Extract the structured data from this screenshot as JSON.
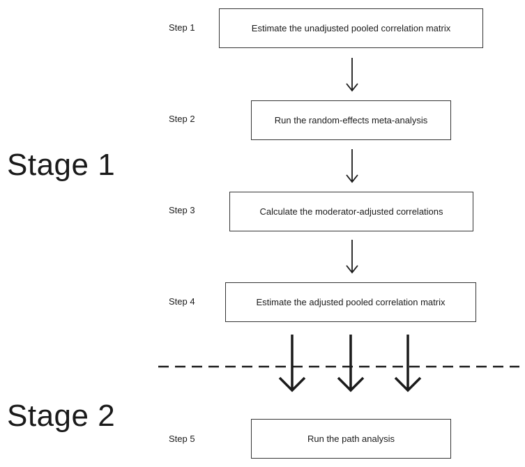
{
  "stages": [
    {
      "label": "Stage 1"
    },
    {
      "label": "Stage 2"
    }
  ],
  "steps": [
    {
      "label": "Step 1",
      "text": "Estimate the unadjusted pooled correlation matrix"
    },
    {
      "label": "Step 2",
      "text": "Run the random-effects meta-analysis"
    },
    {
      "label": "Step 3",
      "text": "Calculate the moderator-adjusted correlations"
    },
    {
      "label": "Step 4",
      "text": "Estimate the adjusted pooled correlation matrix"
    },
    {
      "label": "Step 5",
      "text": "Run the path analysis"
    }
  ]
}
